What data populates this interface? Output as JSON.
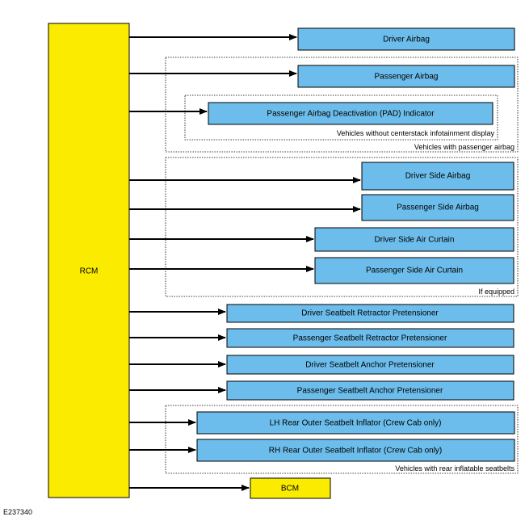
{
  "figure_id": "E237340",
  "source": {
    "label": "RCM",
    "color": "#FAEB00"
  },
  "component_color": "#6CBDEB",
  "bcm_color": "#FAEB00",
  "components": [
    "Driver Airbag",
    "Passenger Airbag",
    "Passenger Airbag Deactivation (PAD) Indicator",
    "Driver Side Airbag",
    "Passenger Side Airbag",
    "Driver Side Air Curtain",
    "Passenger Side Air Curtain",
    "Driver Seatbelt Retractor Pretensioner",
    "Passenger Seatbelt Retractor Pretensioner",
    "Driver Seatbelt Anchor Pretensioner",
    "Passenger Seatbelt Anchor Pretensioner",
    "LH Rear Outer Seatbelt Inflator (Crew Cab only)",
    "RH Rear Outer Seatbelt Inflator (Crew Cab only)",
    "BCM"
  ],
  "groups": [
    "Vehicles with passenger airbag",
    "Vehicles without centerstack infotainment display",
    "If equipped",
    "Vehicles with rear inflatable seatbelts"
  ]
}
